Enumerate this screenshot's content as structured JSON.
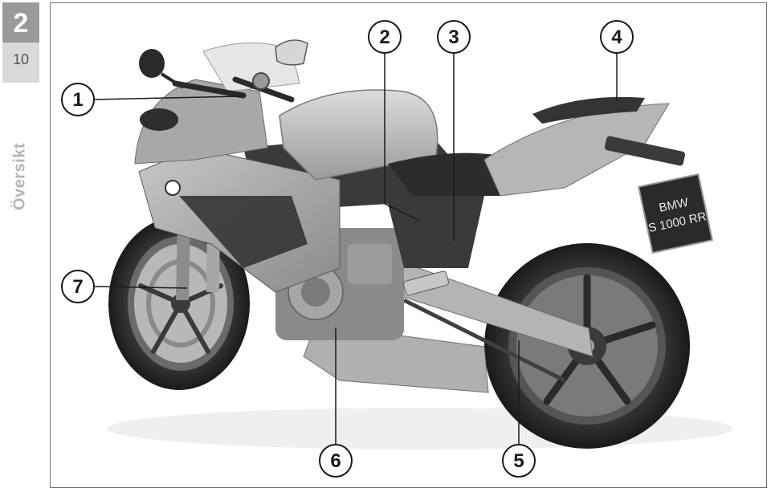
{
  "chapter": {
    "number": "2",
    "page": "10"
  },
  "section": {
    "title": "Översikt"
  },
  "figure": {
    "plate": {
      "line1": "BMW",
      "line2": "S 1000 RR"
    },
    "callouts": [
      {
        "id": "1",
        "label": "1"
      },
      {
        "id": "2",
        "label": "2"
      },
      {
        "id": "3",
        "label": "3"
      },
      {
        "id": "4",
        "label": "4"
      },
      {
        "id": "5",
        "label": "5"
      },
      {
        "id": "6",
        "label": "6"
      },
      {
        "id": "7",
        "label": "7"
      }
    ]
  }
}
